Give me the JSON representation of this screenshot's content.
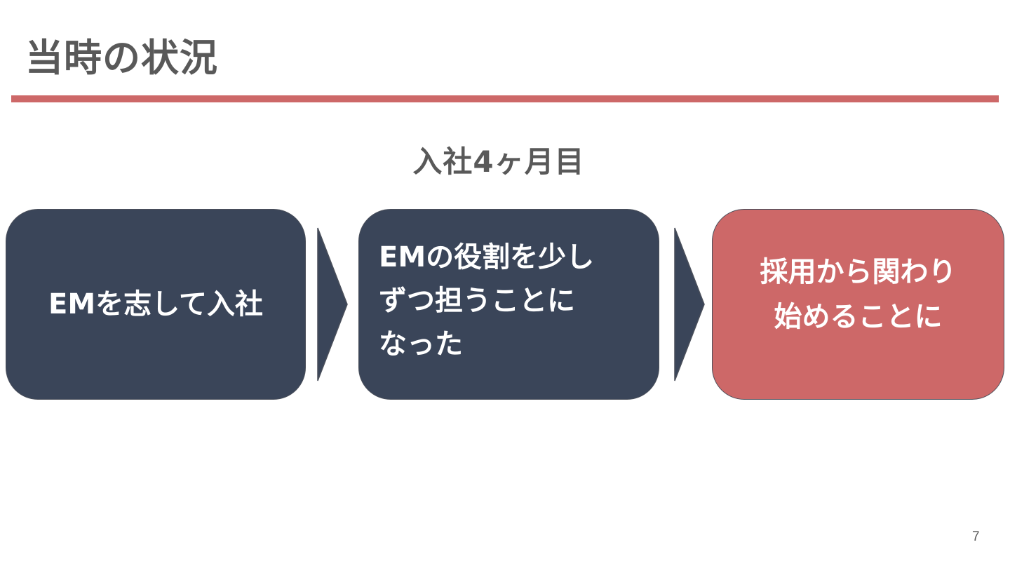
{
  "slide": {
    "title": "当時の状況",
    "subtitle": "入社4ヶ月目",
    "page_number": "7"
  },
  "steps": [
    {
      "text": "EMを志して入社"
    },
    {
      "text": "EMの役割を少し\nずつ担うことに\nなった"
    },
    {
      "text": "採用から関わり\n始めることに"
    }
  ],
  "arrows": [
    {
      "icon": "chevron-right-icon"
    },
    {
      "icon": "chevron-right-icon"
    }
  ],
  "colors": {
    "accent": "#cd6868",
    "box_dark": "#3a4559",
    "text_gray": "#595959",
    "background": "#ffffff"
  }
}
